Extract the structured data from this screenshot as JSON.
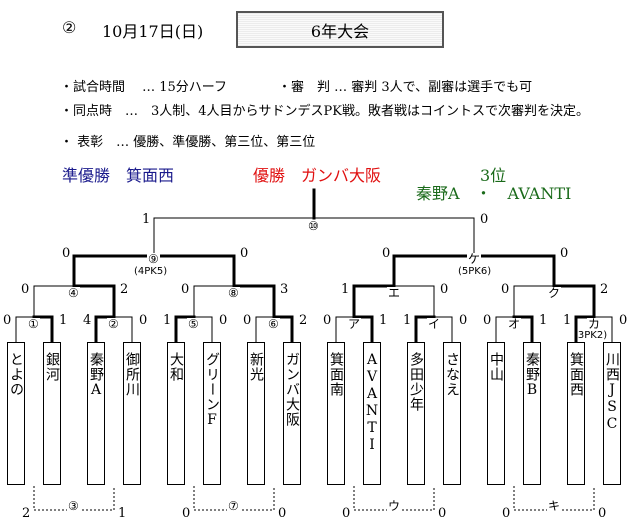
{
  "header": {
    "number": "②",
    "date": "10月17日(日)",
    "title": "6年大会"
  },
  "rules": {
    "time": "・試合時間　 … 15分ハーフ",
    "referee": "・審　判 … 審判 3人で、副審は選手でも可",
    "tie": "・同点時　…　3人制、4人目からサドンデスPK戦。敗者戦はコイントスで次審判を決定。",
    "award": "・ 表彰　… 優勝、準優勝、第三位、第三位"
  },
  "results": {
    "runner_up": "準優勝　箕面西",
    "winner": "優勝　ガンバ大阪",
    "third_label": "3位",
    "third_teams": "秦野A　・　AVANTI"
  },
  "teams": [
    "とよの",
    "銀河",
    "秦野A",
    "御所川",
    "大和",
    "グリーンF",
    "新光",
    "ガンバ大阪",
    "箕面南",
    "AVANTI",
    "多田少年",
    "さなえ",
    "中山",
    "秦野B",
    "箕面西",
    "川西JSC"
  ],
  "match_labels": {
    "m1": "①",
    "m2": "②",
    "m5": "⑤",
    "m6": "⑥",
    "a": "ア",
    "i": "イ",
    "o": "オ",
    "ka": "カ",
    "m4": "④",
    "m8": "⑧",
    "e": "エ",
    "ku": "ク",
    "m9": "⑨",
    "ke": "ケ",
    "m10": "⑩",
    "m3": "③",
    "m7": "⑦",
    "u": "ウ",
    "ki": "キ"
  },
  "pk": {
    "m9": "(4PK5)",
    "ke": "(5PK6)",
    "ka": "(3PK2)"
  },
  "scores": {
    "r1": [
      "0",
      "1",
      "4",
      "0",
      "1",
      "0",
      "0",
      "2",
      "0",
      "1",
      "1",
      "0",
      "0",
      "1",
      "1",
      "0"
    ],
    "r2": [
      "0",
      "2",
      "0",
      "3",
      "1",
      "0",
      "0",
      "2"
    ],
    "r3": [
      "0",
      "0",
      "0",
      "0"
    ],
    "final": [
      "1",
      "0"
    ],
    "consolation": [
      "2",
      "1",
      "0",
      "0",
      "0",
      "0",
      "0",
      "0"
    ]
  }
}
